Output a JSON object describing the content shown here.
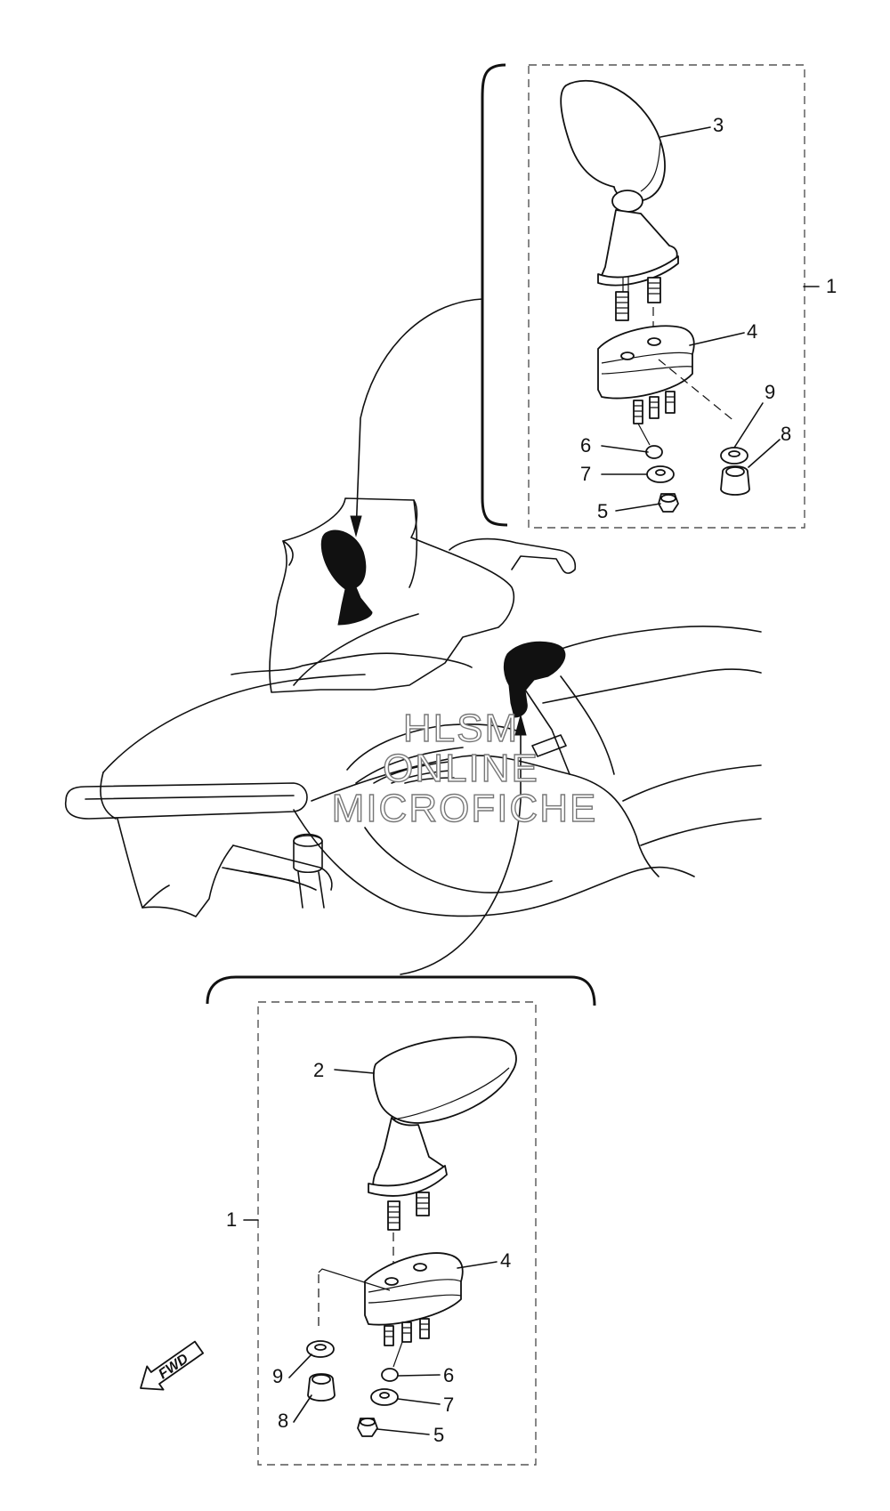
{
  "callouts": {
    "upper_assembly": "1",
    "upper_mirror": "3",
    "upper_bracket": "4",
    "upper_washer_small": "6",
    "upper_washer_large": "7",
    "upper_nut_cap": "5",
    "upper_washer_side": "9",
    "upper_nut_side": "8",
    "lower_assembly": "1",
    "lower_mirror": "2",
    "lower_bracket": "4",
    "lower_washer_side": "9",
    "lower_nut_side": "8",
    "lower_washer_small": "6",
    "lower_washer_large": "7",
    "lower_nut_cap": "5"
  },
  "fwd_label": "FWD",
  "watermark": {
    "line1": "HLSM",
    "line2": "ONLINE",
    "line3": "MICROFICHE"
  }
}
